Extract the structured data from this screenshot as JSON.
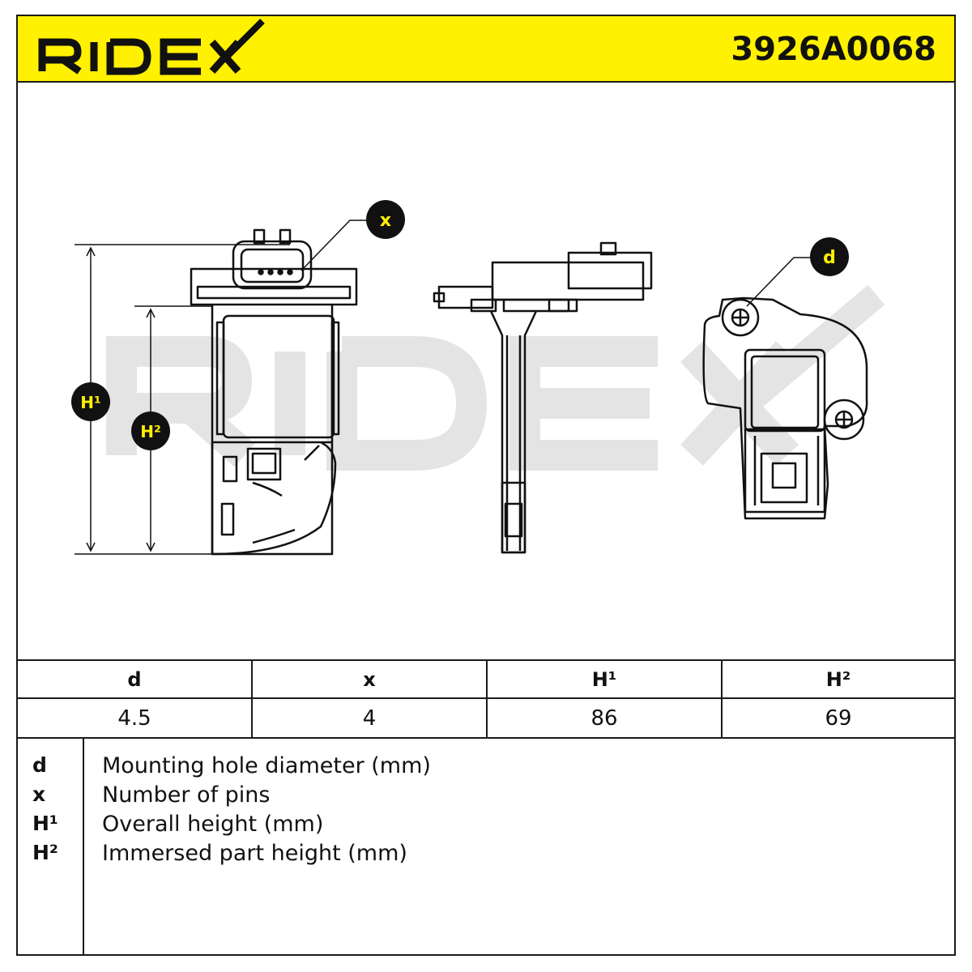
{
  "header": {
    "brand": "RIDEX",
    "part_number": "3926A0068",
    "accent_color": "#FFF100"
  },
  "drawing": {
    "watermark": "RIDEX",
    "callouts": {
      "x": "x",
      "d": "d",
      "h1": "H¹",
      "h2": "H²"
    }
  },
  "spec_table": {
    "columns": [
      {
        "key": "d",
        "value": "4.5"
      },
      {
        "key": "x",
        "value": "4"
      },
      {
        "key": "H¹",
        "value": "86"
      },
      {
        "key": "H²",
        "value": "69"
      }
    ]
  },
  "legend": {
    "items": [
      {
        "key": "d",
        "text": "Mounting hole diameter (mm)"
      },
      {
        "key": "x",
        "text": "Number of pins"
      },
      {
        "key": "H¹",
        "text": "Overall height (mm)"
      },
      {
        "key": "H²",
        "text": "Immersed part height (mm)"
      }
    ]
  }
}
